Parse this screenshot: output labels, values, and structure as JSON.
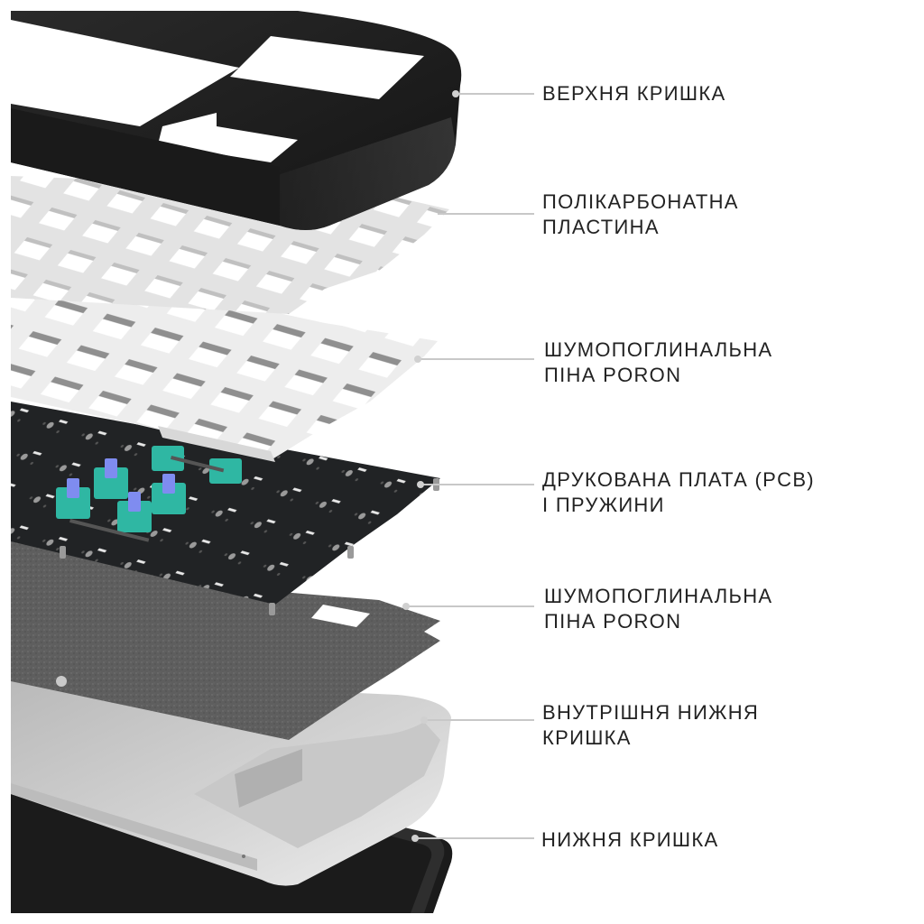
{
  "diagram": {
    "subject": "Exploded view of keyboard layers",
    "colors": {
      "background": "#ffffff",
      "text": "#222222",
      "callout_line": "#c8c8c8",
      "callout_dot": "#d0d0d0",
      "top_case": "#1e1e1e",
      "plate": "#e6e6e6",
      "foam": "#ededed",
      "pcb": "#202224",
      "switch_housing": "#2fb7a3",
      "switch_stem": "#7f8cf0",
      "bottom_foam": "#5a5a5a",
      "inner_bottom_case": "#cfcfcf",
      "bottom_case": "#1a1a1a"
    },
    "callouts": [
      {
        "id": "top-case",
        "lines": [
          "ВЕРХНЯ КРИШКА"
        ]
      },
      {
        "id": "polycarbonate-plate",
        "lines": [
          "ПОЛІКАРБОНАТНА",
          "ПЛАСТИНА"
        ]
      },
      {
        "id": "poron-foam-top",
        "lines": [
          "ШУМОПОГЛИНАЛЬНА",
          "ПІНА PORON"
        ]
      },
      {
        "id": "pcb-springs",
        "lines": [
          "ДРУКОВАНА ПЛАТА (PCB)",
          "І ПРУЖИНИ"
        ]
      },
      {
        "id": "poron-foam-bottom",
        "lines": [
          "ШУМОПОГЛИНАЛЬНА",
          "ПІНА PORON"
        ]
      },
      {
        "id": "inner-bottom-case",
        "lines": [
          "ВНУТРІШНЯ НИЖНЯ",
          "КРИШКА"
        ]
      },
      {
        "id": "bottom-case",
        "lines": [
          "НИЖНЯ КРИШКА"
        ]
      }
    ]
  }
}
